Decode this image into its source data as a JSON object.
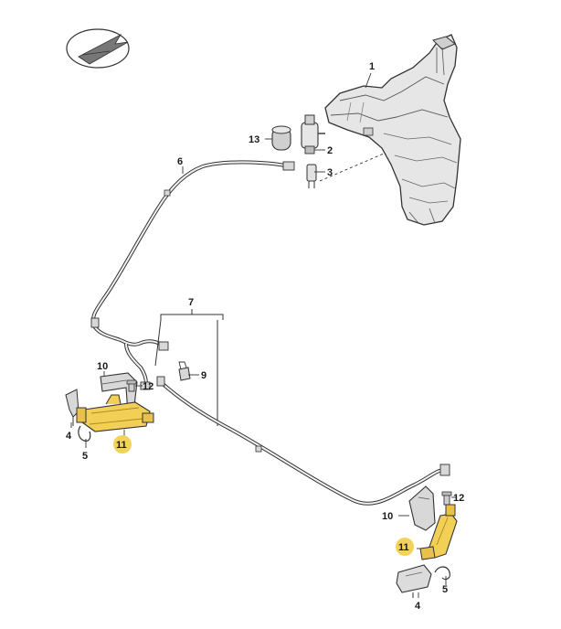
{
  "labels": {
    "l1": "1",
    "l2": "2",
    "l3": "3",
    "l4a": "4",
    "l4b": "4",
    "l5a": "5",
    "l5b": "5",
    "l6": "6",
    "l7": "7",
    "l9": "9",
    "l10a": "10",
    "l10b": "10",
    "l11a": "11",
    "l11b": "11",
    "l12a": "12",
    "l12b": "12",
    "l13": "13"
  },
  "colors": {
    "highlight": "#f3d35a",
    "part_fill": "#e4e4e4",
    "part_dark": "#b4b4b4",
    "pump_yellow": "#f2cf55",
    "stroke": "#333333"
  },
  "icons": {
    "orientation": "compass-direction-icon"
  }
}
